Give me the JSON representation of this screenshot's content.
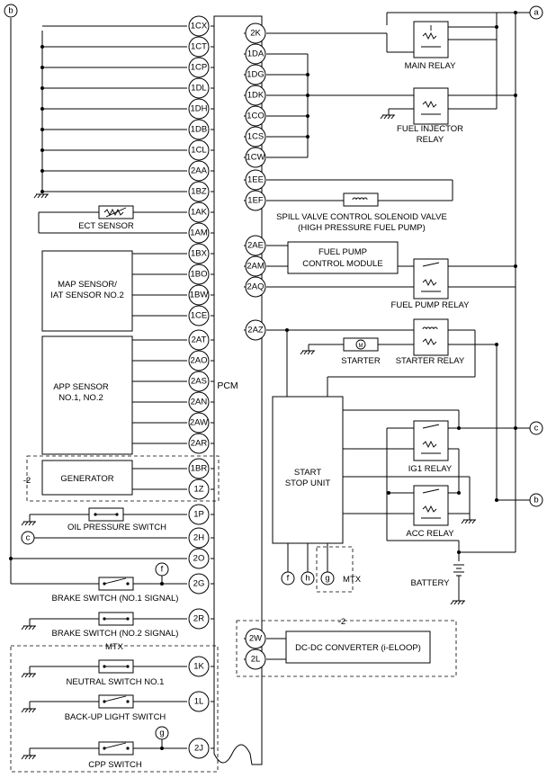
{
  "pcm": {
    "label": "PCM"
  },
  "left_pins": [
    "1CX",
    "1CT",
    "1CP",
    "1DL",
    "1DH",
    "1DB",
    "1CL",
    "2AA",
    "1BZ",
    "1AK",
    "1AM",
    "1BX",
    "1BO",
    "1BW",
    "1CE",
    "2AT",
    "2AO",
    "2AS",
    "2AN",
    "2AW",
    "2AR",
    "1BR",
    "1Z",
    "1P",
    "2H",
    "2O",
    "2G",
    "2R",
    "1K",
    "1L",
    "2J"
  ],
  "right_pins": [
    "2K",
    "1DA",
    "1DG",
    "1DK",
    "1CO",
    "1CS",
    "1CW",
    "1EE",
    "1EF",
    "2AE",
    "2AM",
    "2AQ",
    "2AZ",
    "2W",
    "2L"
  ],
  "components": {
    "ect_sensor": "ECT SENSOR",
    "map_sensor": [
      "MAP SENSOR/",
      "IAT SENSOR NO.2"
    ],
    "app_sensor": [
      "APP SENSOR",
      "NO.1, NO.2"
    ],
    "generator": "GENERATOR",
    "oil_pressure_switch": "OIL PRESSURE SWITCH",
    "brake_switch_1": "BRAKE SWITCH (NO.1 SIGNAL)",
    "brake_switch_2": "BRAKE SWITCH (NO.2 SIGNAL)",
    "neutral_switch": "NEUTRAL SWITCH NO.1",
    "backup_light_switch": "BACK-UP LIGHT SWITCH",
    "cpp_switch": "CPP SWITCH",
    "main_relay": "MAIN RELAY",
    "fuel_injector_relay": [
      "FUEL INJECTOR",
      "RELAY"
    ],
    "spill_valve": [
      "SPILL VALVE CONTROL SOLENOID VALVE",
      "(HIGH PRESSURE FUEL PUMP)"
    ],
    "fuel_pump_module": [
      "FUEL PUMP",
      "CONTROL MODULE"
    ],
    "fuel_pump_relay": "FUEL PUMP RELAY",
    "starter": "STARTER",
    "starter_relay": "STARTER RELAY",
    "start_stop_unit": [
      "START",
      "STOP UNIT"
    ],
    "ig1_relay": "IG1 RELAY",
    "acc_relay": "ACC RELAY",
    "battery": "BATTERY",
    "dcdc_converter": "DC-DC CONVERTER (i-ELOOP)"
  },
  "group_labels": {
    "mtx_bottom": "MTX",
    "mtx_ssu": "MTX",
    "note_generator": "-2",
    "note_dcdc": "-2"
  },
  "connectors": {
    "a": "a",
    "b": "b",
    "c": "c",
    "f": "f",
    "g": "g",
    "h": "h"
  }
}
